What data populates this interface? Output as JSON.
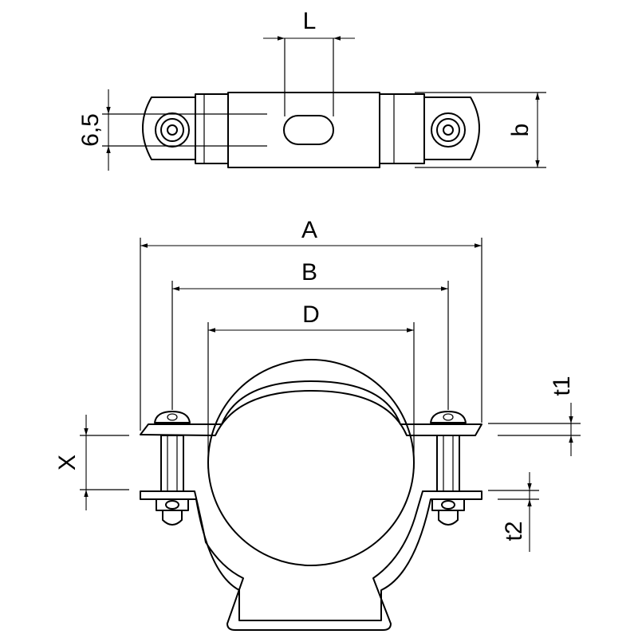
{
  "labels": {
    "L": "L",
    "six_five": "6,5",
    "b": "b",
    "A": "A",
    "B": "B",
    "D": "D",
    "X": "X",
    "t1": "t1",
    "t2": "t2"
  }
}
